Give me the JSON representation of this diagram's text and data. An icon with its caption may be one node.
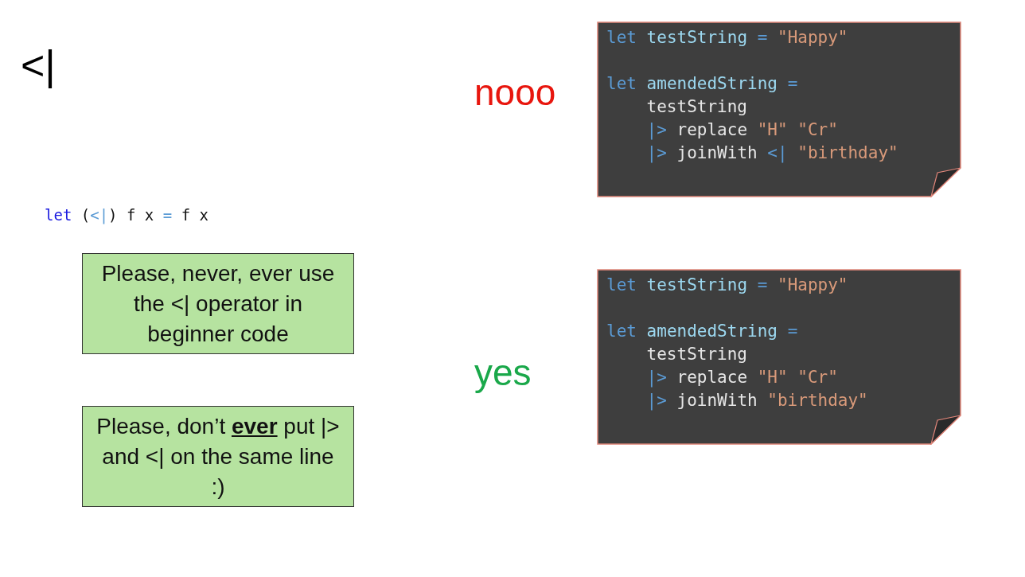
{
  "diagram": {
    "title": "<|",
    "nodes": [
      {
        "text": [
          "Please, never, ever use the <| operator in beginner code"
        ]
      },
      {
        "text": [
          "Please, don’t **ever** put |> and <| on the same line :)"
        ]
      },
      {
        "text": [
          "let testString = \"Happy\"",
          "let amendedString =",
          "    testString",
          "    |> replace \"H\" \"Cr\"",
          "    |> joinWith <| \"birthday\""
        ]
      },
      {
        "text": [
          "let testString = \"Happy\"",
          "let amendedString =",
          "    testString",
          "    |> replace \"H\" \"Cr\"",
          "    |> joinWith \"birthday\""
        ]
      }
    ],
    "labels": [
      "let (<|) f x = f x",
      "nooo",
      "yes"
    ]
  }
}
